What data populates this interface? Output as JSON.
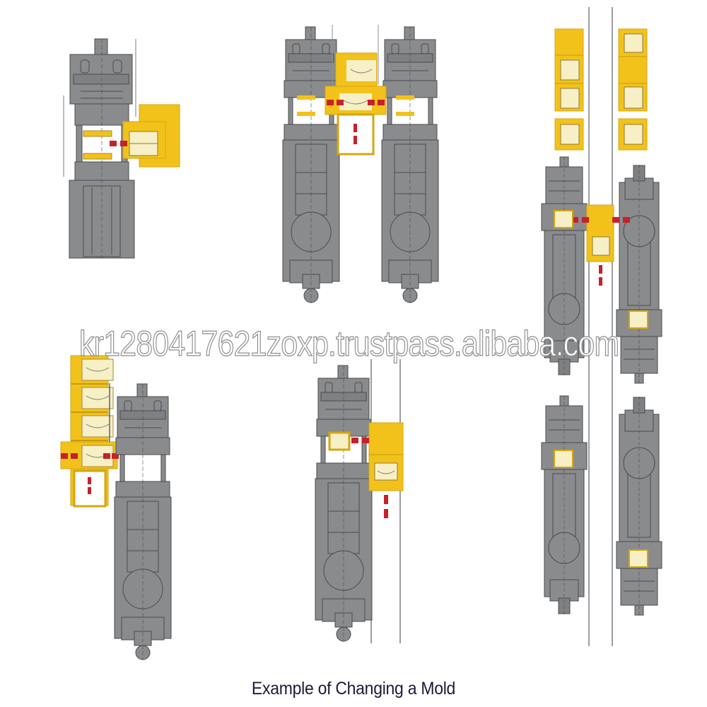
{
  "caption": "Example of Changing a Mold",
  "watermark": "kr1280417621zoxp.trustpass.alibaba.com",
  "colors": {
    "machine_gray": "#8a8b8d",
    "machine_dark": "#5b5c5f",
    "machine_line": "#4a4b4e",
    "carrier_yellow": "#f2c21b",
    "carrier_edge": "#d6a510",
    "mold_cream": "#f7efc6",
    "arrow_red": "#c8202a",
    "rail_gray": "#9a9ea3",
    "caption_text": "#1b1b3a"
  },
  "panels": [
    {
      "id": "panel-1",
      "description": "Single press with side mold carrier (one mold slides in horizontally)"
    },
    {
      "id": "panel-2",
      "description": "Two presses sharing a central carrier with two mold stations and vertical shuttle"
    },
    {
      "id": "panel-3",
      "description": "Two press lines along parallel rails with mold storage racks and traveling carrier"
    },
    {
      "id": "panel-4",
      "description": "Single press with vertical stacked mold storage (4 molds) and shuttle"
    },
    {
      "id": "panel-5",
      "description": "Single press with rail-guided mold carrier"
    }
  ]
}
